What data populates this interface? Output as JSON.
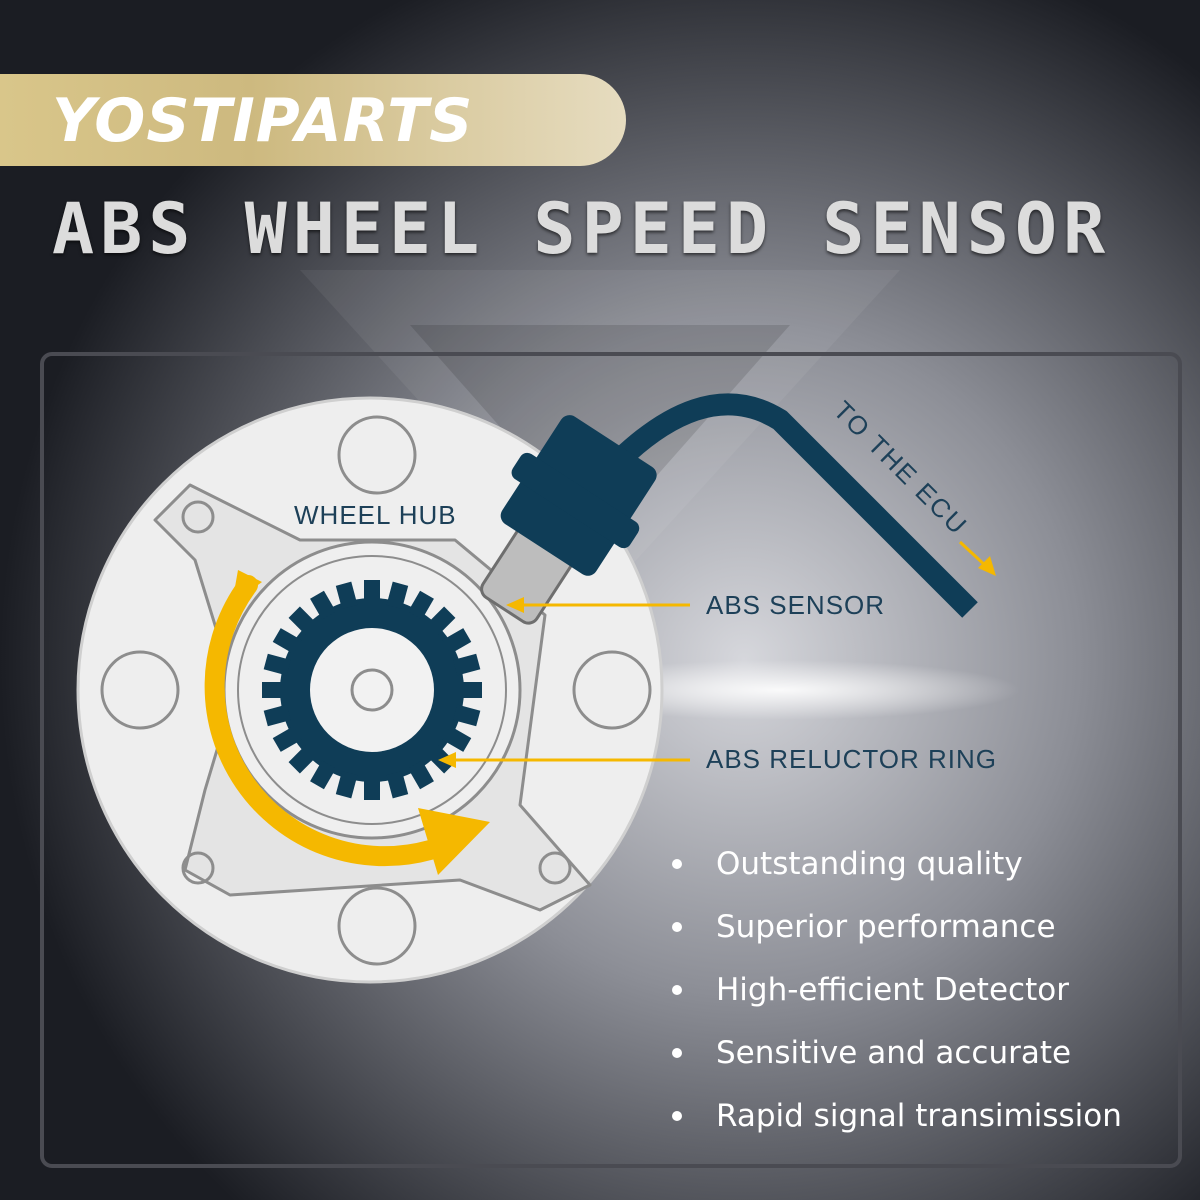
{
  "brand": "YOSTIPARTS",
  "title": "ABS WHEEL SPEED SENSOR",
  "labels": {
    "wheel_hub": "WHEEL HUB",
    "abs_sensor": "ABS SENSOR",
    "reluctor_ring": "ABS RELUCTOR RING",
    "to_ecu": "TO THE ECU"
  },
  "features": [
    "Outstanding quality",
    "Superior performance",
    "High-efficient Detector",
    "Sensitive and accurate",
    "Rapid signal transimission"
  ],
  "colors": {
    "brand_gold": "#d9c68a",
    "cable_navy": "#0f3d57",
    "arrow_yellow": "#f5b800"
  }
}
